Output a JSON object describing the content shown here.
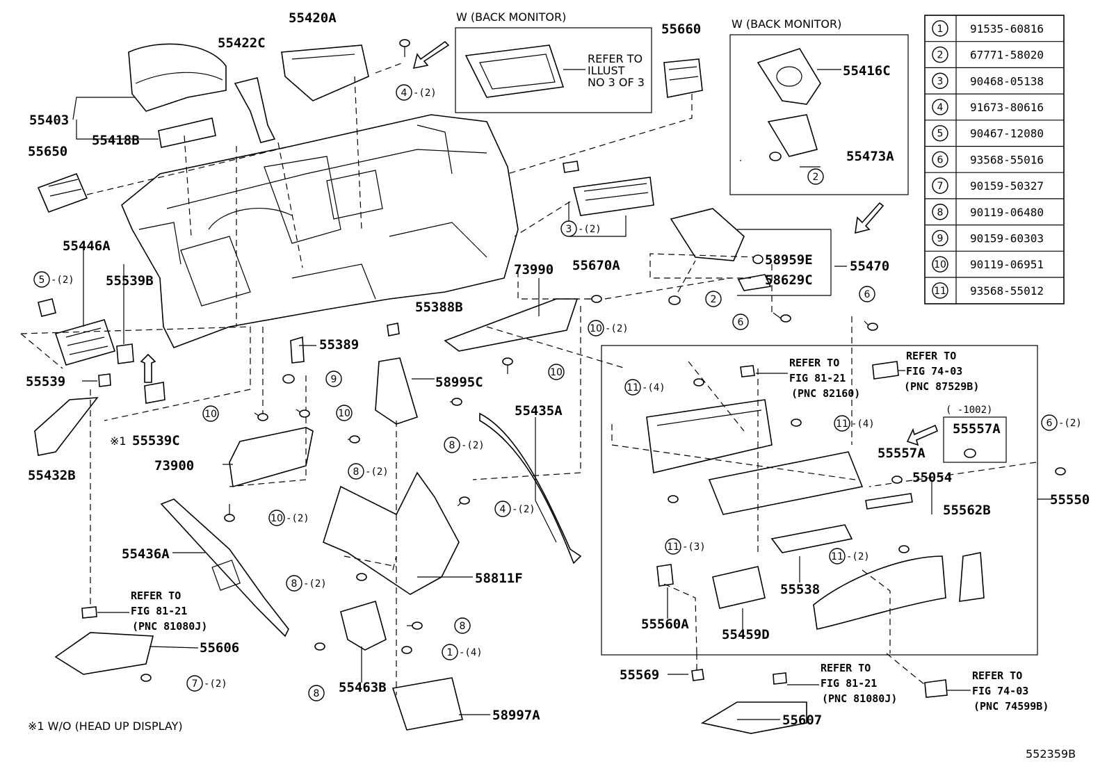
{
  "legend": [
    {
      "num": "1",
      "part": "91535-60816"
    },
    {
      "num": "2",
      "part": "67771-58020"
    },
    {
      "num": "3",
      "part": "90468-05138"
    },
    {
      "num": "4",
      "part": "91673-80616"
    },
    {
      "num": "5",
      "part": "90467-12080"
    },
    {
      "num": "6",
      "part": "93568-55016"
    },
    {
      "num": "7",
      "part": "90159-50327"
    },
    {
      "num": "8",
      "part": "90119-06480"
    },
    {
      "num": "9",
      "part": "90159-60303"
    },
    {
      "num": "10",
      "part": "90119-06951"
    },
    {
      "num": "11",
      "part": "93568-55012"
    }
  ],
  "headers": {
    "back_monitor_1": "W (BACK  MONITOR)",
    "back_monitor_2": "W (BACK  MONITOR)",
    "refer_illust_1": "REFER TO",
    "refer_illust_2": "ILLUST",
    "refer_illust_3": "NO 3 OF 3"
  },
  "parts": {
    "p55420A": "55420A",
    "p55422C": "55422C",
    "p55403": "55403",
    "p55418B": "55418B",
    "p55650": "55650",
    "p55660": "55660",
    "p55416C": "55416C",
    "p55473A": "55473A",
    "p55446A": "55446A",
    "p55539B": "55539B",
    "p55539": "55539",
    "p55539C": "55539C",
    "p55432B": "55432B",
    "p55670A": "55670A",
    "p55470": "55470",
    "p58959E": "58959E",
    "p58629C": "58629C",
    "p73990": "73990",
    "p55388B": "55388B",
    "p55389": "55389",
    "p58995C": "58995C",
    "p55435A": "55435A",
    "p73900": "73900",
    "p55436A": "55436A",
    "p58811F": "58811F",
    "p55606": "55606",
    "p55463B": "55463B",
    "p58997A": "58997A",
    "p55557A": "55557A",
    "p55557A_box": "55557A",
    "p55054": "55054",
    "p55550": "55550",
    "p55562B": "55562B",
    "p55538": "55538",
    "p55560A": "55560A",
    "p55459D": "55459D",
    "p55569": "55569",
    "p55607": "55607"
  },
  "qty": {
    "q4_2a": "-(2)",
    "q5_2": "-(2)",
    "q3_2": "-(2)",
    "q10_2a": "-(2)",
    "q8_2a": "-(2)",
    "q8_2b": "-(2)",
    "q10_2b": "-(2)",
    "q4_2b": "-(2)",
    "q8_2c": "-(2)",
    "q1_4": "-(4)",
    "q7_2": "-(2)",
    "q11_4a": "-(4)",
    "q11_4b": "-(4)",
    "q11_3": "-(3)",
    "q11_2": "-(2)",
    "q6_2": "-(2)",
    "date_range": "(   -1002)"
  },
  "refs": {
    "r1": [
      "REFER TO",
      "FIG 81-21",
      "(PNC 82160)"
    ],
    "r2": [
      "REFER TO",
      "FIG 74-03",
      "(PNC 87529B)"
    ],
    "r3": [
      "REFER TO",
      "FIG 81-21",
      "(PNC 81080J)"
    ],
    "r4": [
      "REFER TO",
      "FIG 81-21",
      "(PNC 81080J)"
    ],
    "r5": [
      "REFER TO",
      "FIG 74-03",
      "(PNC 74599B)"
    ]
  },
  "notes": {
    "star1": "※1",
    "footnote": "※1  W/O (HEAD UP DISPLAY)",
    "diagram_id": "552359B"
  }
}
